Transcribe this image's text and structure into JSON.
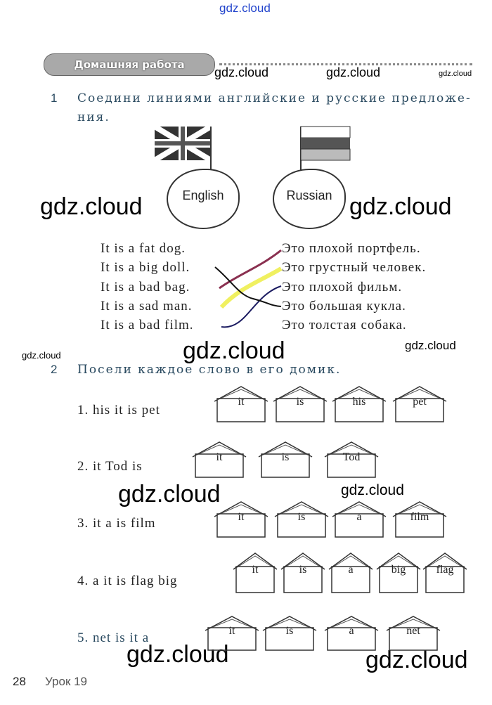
{
  "watermarks": [
    "gdz.cloud",
    "gdz.cloud",
    "gdz.cloud",
    "gdz.cloud",
    "gdz.cloud",
    "gdz.cloud",
    "gdz.cloud",
    "gdz.cloud",
    "gdz.cloud",
    "gdz.cloud",
    "gdz.cloud",
    "gdz.cloud",
    "gdz.cloud"
  ],
  "banner": "Домашняя работа",
  "task1": {
    "number": "1",
    "line1": "Соедини линиями английские и русские предложе-",
    "line2": "ния.",
    "bubble_left": "English",
    "bubble_right": "Russian",
    "english": [
      "It is a fat dog.",
      "It is a big doll.",
      "It is a bad bag.",
      "It is a sad man.",
      "It is a bad film."
    ],
    "russian": [
      "Это плохой портфель.",
      "Это грустный человек.",
      "Это плохой фильм.",
      "Это большая кукла.",
      "Это толстая собака."
    ],
    "line_colors": [
      "#8a3050",
      "#f0f060",
      "#1a1a60",
      "#111111"
    ]
  },
  "task2": {
    "number": "2",
    "instruction": "Посели каждое слово в его домик.",
    "rows": [
      {
        "label": "1.  his  it  is  pet",
        "houses": [
          "it",
          "is",
          "his",
          "pet"
        ]
      },
      {
        "label": "2.  it  Tod  is",
        "houses": [
          "it",
          "is",
          "Tod"
        ]
      },
      {
        "label": "3.  it  a  is  film",
        "houses": [
          "it",
          "is",
          "a",
          "film"
        ]
      },
      {
        "label": "4.  a  it  is  flag  big",
        "houses": [
          "it",
          "is",
          "a",
          "big",
          "flag"
        ]
      },
      {
        "label": "5.  net  is  it  a",
        "houses": [
          "it",
          "is",
          "a",
          "net"
        ]
      }
    ]
  },
  "footer": {
    "page": "28",
    "lesson": "Урок 19"
  }
}
